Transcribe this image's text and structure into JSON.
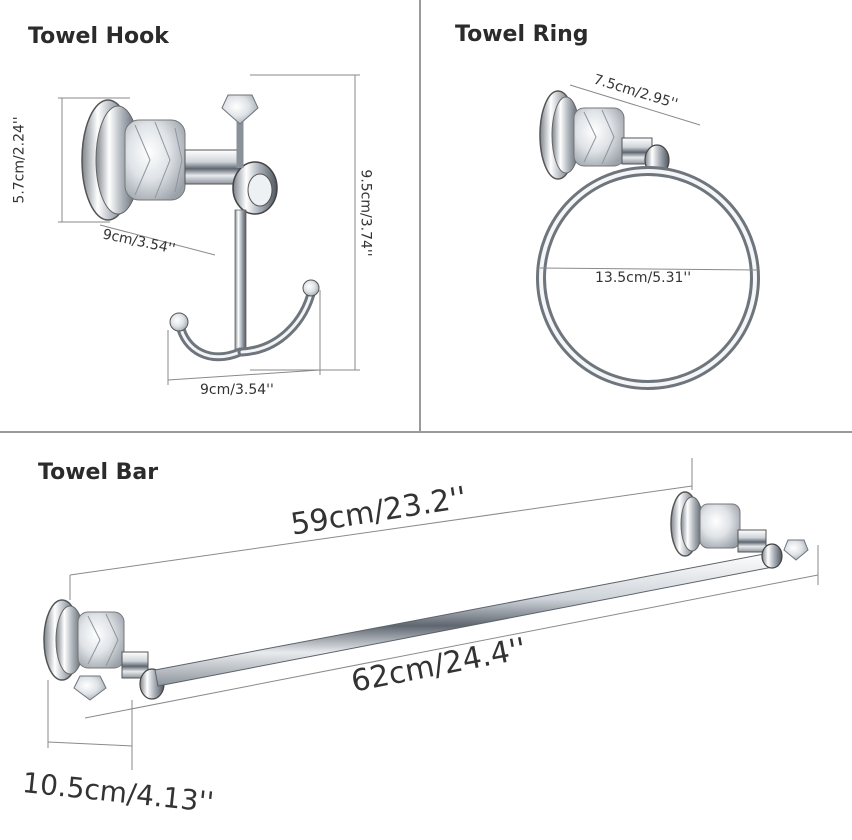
{
  "panels": {
    "hook": {
      "title": "Towel Hook",
      "height_dim": "5.7cm/2.24''",
      "depth_dim": "9cm/3.54''",
      "total_height_dim": "9.5cm/3.74''",
      "width_dim": "9cm/3.54''"
    },
    "ring": {
      "title": "Towel Ring",
      "depth_dim": "7.5cm/2.95''",
      "diameter_dim": "13.5cm/5.31''"
    },
    "bar": {
      "title": "Towel Bar",
      "inner_length_dim": "59cm/23.2''",
      "total_length_dim": "62cm/24.4''",
      "depth_dim": "10.5cm/4.13''"
    }
  },
  "colors": {
    "chrome_light": "#f4f6f8",
    "chrome_mid": "#c7ccd2",
    "chrome_dark": "#5f6670",
    "divider": "#9a9a9a",
    "dim_line": "#8a8a8a"
  },
  "icons": [
    "towel-hook-image",
    "towel-ring-image",
    "towel-bar-image"
  ]
}
